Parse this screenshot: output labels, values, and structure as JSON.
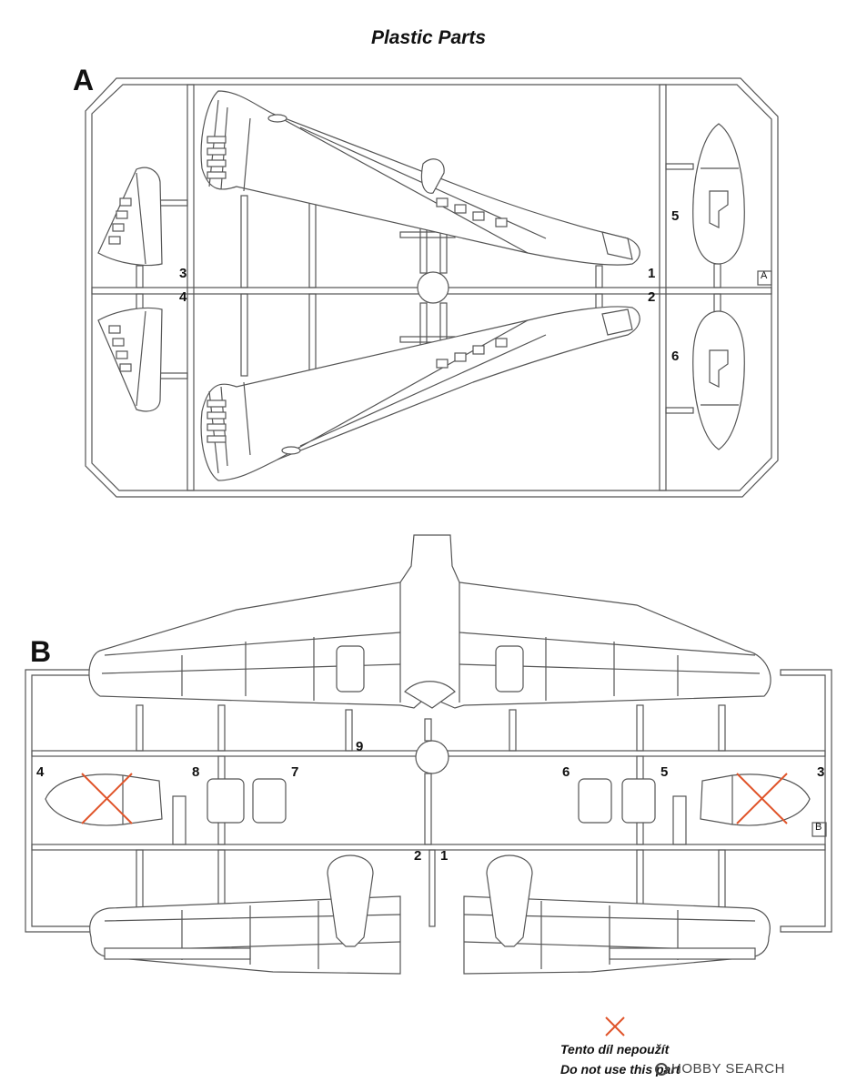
{
  "title": "Plastic Parts",
  "sprue_a": {
    "letter": "A",
    "corner_mark": "A",
    "parts": [
      "1",
      "2",
      "3",
      "4",
      "5",
      "6"
    ]
  },
  "sprue_b": {
    "letter": "B",
    "corner_mark": "B",
    "parts": [
      "1",
      "2",
      "3",
      "4",
      "5",
      "6",
      "7",
      "8",
      "9"
    ]
  },
  "legend": {
    "line1": "Tento díl nepoužít",
    "line2": "Do not use this part"
  },
  "watermark": "HOBBY SEARCH",
  "colors": {
    "line": "#555555",
    "cross": "#e0542a",
    "fill": "#ffffff"
  }
}
